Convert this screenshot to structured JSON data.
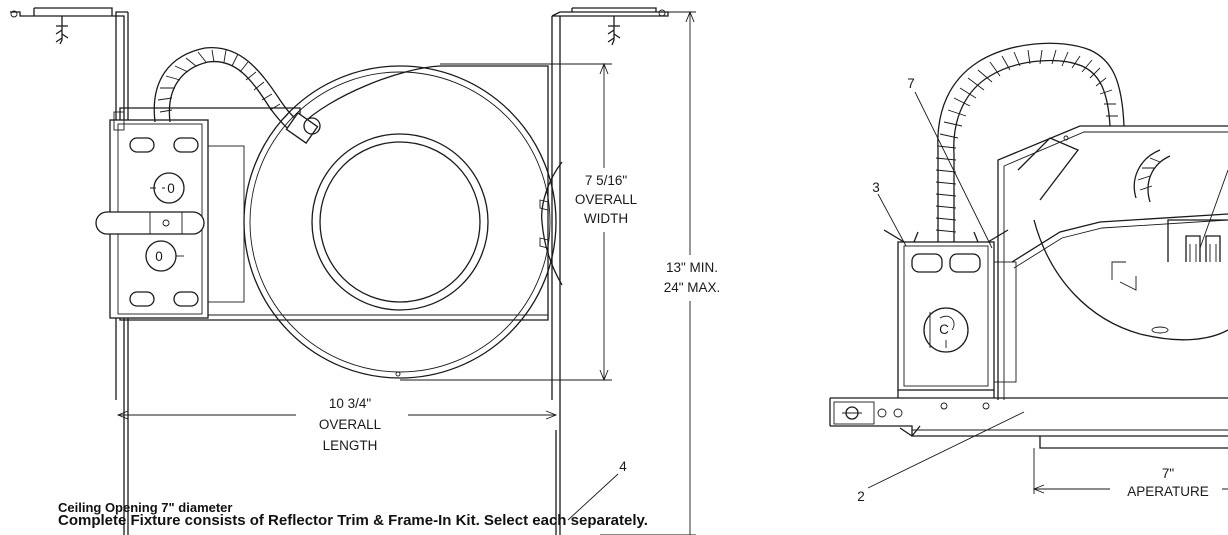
{
  "left_view": {
    "width_dim": [
      "7 5/16\"",
      "OVERALL",
      "WIDTH"
    ],
    "height_dim": [
      "13\" MIN.",
      "24\" MAX."
    ],
    "length_dim": [
      "10 3/4\"",
      "OVERALL",
      "LENGTH"
    ],
    "callout_4": "4"
  },
  "right_view": {
    "callout_7": "7",
    "callout_3": "3",
    "callout_2": "2",
    "aperture_dim": [
      "7\"",
      "APERATURE"
    ]
  },
  "captions": {
    "line1": "Ceiling Opening 7\" diameter",
    "line2": "Complete Fixture consists of Reflector Trim & Frame-In Kit. Select each separately."
  }
}
